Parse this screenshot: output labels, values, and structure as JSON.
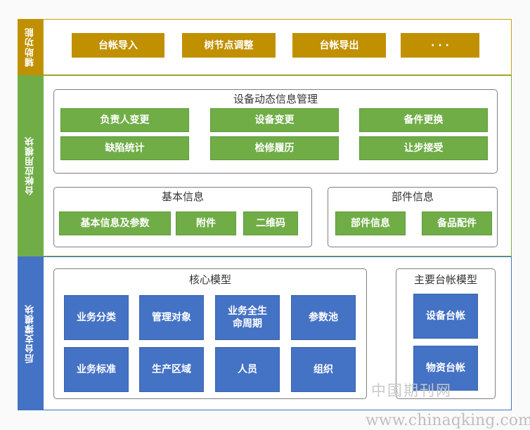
{
  "colors": {
    "gold": "#c09000",
    "green": "#70ad47",
    "blue": "#4472c4"
  },
  "aux": {
    "label": "辅助功能",
    "buttons": [
      "台帐导入",
      "树节点调整",
      "台帐导出",
      "· · ·"
    ]
  },
  "app": {
    "label": "台帐应用模块",
    "dynamic": {
      "title": "设备动态信息管理",
      "buttons": [
        "负责人变更",
        "设备变更",
        "备件更换",
        "缺陷统计",
        "检修履历",
        "让步接受"
      ]
    },
    "basic": {
      "title": "基本信息",
      "buttons": [
        "基本信息及参数",
        "附件",
        "二维码"
      ]
    },
    "parts": {
      "title": "部件信息",
      "buttons": [
        "部件信息",
        "备品配件"
      ]
    }
  },
  "backend": {
    "label": "后台支撑模块",
    "core": {
      "title": "核心模型",
      "buttons": [
        "业务分类",
        "管理对象",
        "业务全生\n命周期",
        "参数池",
        "业务标准",
        "生产区域",
        "人员",
        "组织"
      ]
    },
    "main": {
      "title": "主要台帐模型",
      "buttons": [
        "设备台帐",
        "物资台帐"
      ]
    }
  },
  "watermark": {
    "cn": "中国期刊网",
    "url": "www.chinaqking.com"
  }
}
